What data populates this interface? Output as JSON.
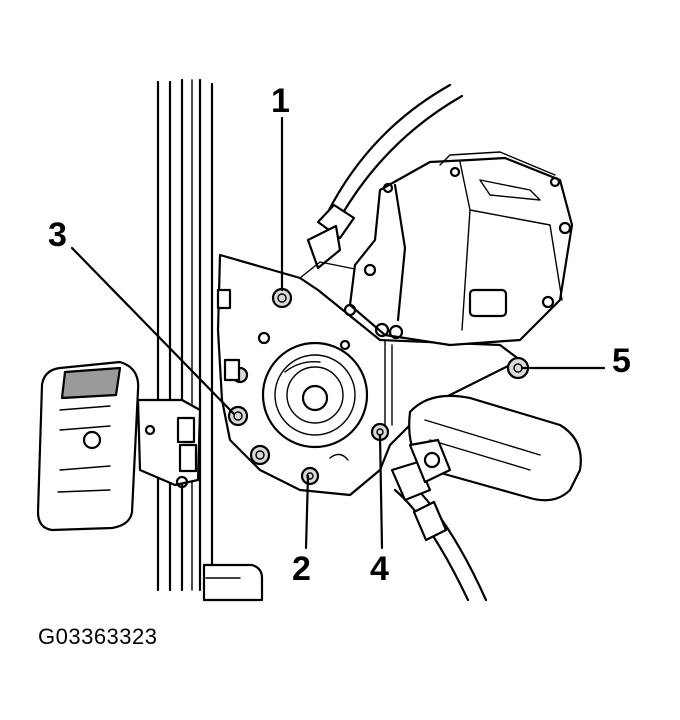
{
  "figure_code": "G03363323",
  "callouts": [
    {
      "id": "1",
      "label": "1"
    },
    {
      "id": "2",
      "label": "2"
    },
    {
      "id": "3",
      "label": "3"
    },
    {
      "id": "4",
      "label": "4"
    },
    {
      "id": "5",
      "label": "5"
    }
  ],
  "colors": {
    "ink": "#000000",
    "background": "#ffffff",
    "shade": "#d9d9d9"
  }
}
